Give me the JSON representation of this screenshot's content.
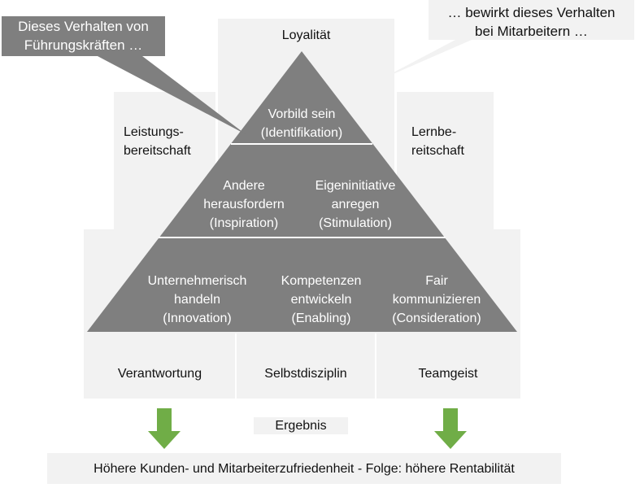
{
  "callouts": {
    "leader_behavior": "Dieses Verhalten von\nFührungskräften …",
    "employee_effect": "… bewirkt dieses Verhalten\nbei Mitarbeitern …"
  },
  "outcomes": {
    "top": "Loyalität",
    "left": "Leistungs-\nbereitschaft",
    "right": "Lernbe-\nreitschaft",
    "bottom": [
      "Verantwortung",
      "Selbstdisziplin",
      "Teamgeist"
    ]
  },
  "pyramid": {
    "tier1": [
      "Vorbild sein\n(Identifikation)"
    ],
    "tier2": [
      "Andere\nherausfordern\n(Inspiration)",
      "Eigeninitiative\nanregen\n(Stimulation)"
    ],
    "tier3": [
      "Unternehmerisch\nhandeln\n(Innovation)",
      "Kompetenzen\nentwickeln\n(Enabling)",
      "Fair\nkommunizieren\n(Consideration)"
    ]
  },
  "result_label": "Ergebnis",
  "result_text": "Höhere Kunden- und Mitarbeiterzufriedenheit - Folge: höhere Rentabilität",
  "colors": {
    "box": "#f2f2f2",
    "pyramid": "#7f7f7f",
    "arrow": "#70ad47"
  }
}
